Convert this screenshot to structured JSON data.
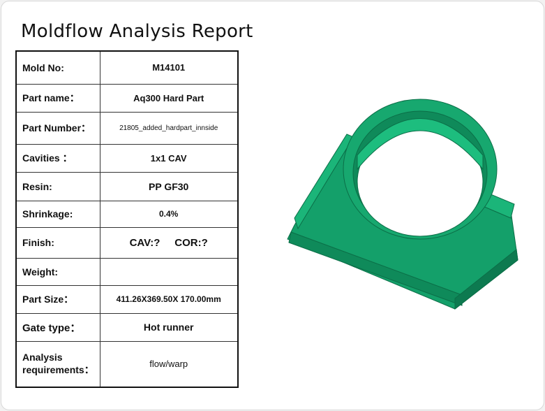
{
  "title": "Moldflow Analysis Report",
  "rows": [
    {
      "label": "Mold  No:",
      "value": "M14101"
    },
    {
      "label": "Part name：",
      "value": "Aq300 Hard Part"
    },
    {
      "label": "Part Number：",
      "value": "21805_added_hardpart_innside"
    },
    {
      "label": "Cavities ：",
      "value": "1x1  CAV"
    },
    {
      "label": "Resin:",
      "value": "PP GF30"
    },
    {
      "label": "Shrinkage:",
      "value": "0.4%"
    },
    {
      "label": "Finish:",
      "value": "CAV:?     COR:?"
    },
    {
      "label": "Weight:",
      "value": ""
    },
    {
      "label": "Part Size：",
      "value": "411.26X369.50X 170.00mm"
    },
    {
      "label": "Gate type：",
      "value": "Hot runner"
    },
    {
      "label": "Analysis requirements：",
      "value": "flow/warp"
    }
  ],
  "part_color": "#14a06a"
}
